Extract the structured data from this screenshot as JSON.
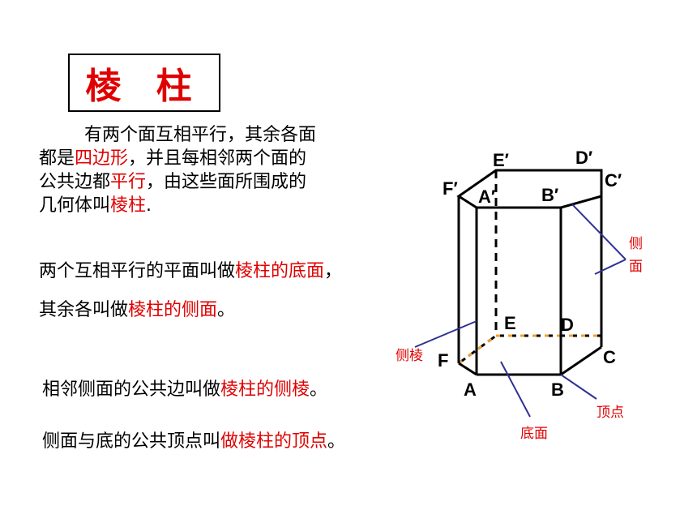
{
  "title": "棱 柱",
  "definition": {
    "line1": "有两个面互相平行，其余各面",
    "line2_pre": "都是",
    "line2_red": "四边形",
    "line2_post": "，并且每相邻两个面的",
    "line3_pre": "公共边都",
    "line3_red": "平行",
    "line3_post": "，由这些面所围成的",
    "line4_pre": "几何体叫",
    "line4_red": "棱柱",
    "line4_post": "."
  },
  "base_def": {
    "pre": "两个互相平行的平面叫做",
    "red": "棱柱的底面",
    "post": "，"
  },
  "side_def": {
    "pre": "其余各叫做",
    "red": "棱柱的侧面",
    "post": "。"
  },
  "edge_def": {
    "pre": "相邻侧面的公共边叫做",
    "red": "棱柱的侧棱",
    "post": "。"
  },
  "vertex_def": {
    "pre": "侧面与底的公共顶点叫",
    "red": "做棱柱的顶点",
    "post": "。"
  },
  "diagram": {
    "vertices_top": [
      "E′",
      "D′",
      "C′",
      "F′",
      "A′",
      "B′"
    ],
    "vertices_bottom": [
      "E",
      "D",
      "C",
      "F",
      "A",
      "B"
    ],
    "callouts": {
      "side_face_1": "侧",
      "side_face_2": "面",
      "lateral_edge": "侧棱",
      "vertex": "顶点",
      "base": "底面"
    },
    "colors": {
      "edge": "#000000",
      "pointer": "#2e3192",
      "hidden_bottom": "#f0a030",
      "label_red": "#e00000"
    }
  }
}
